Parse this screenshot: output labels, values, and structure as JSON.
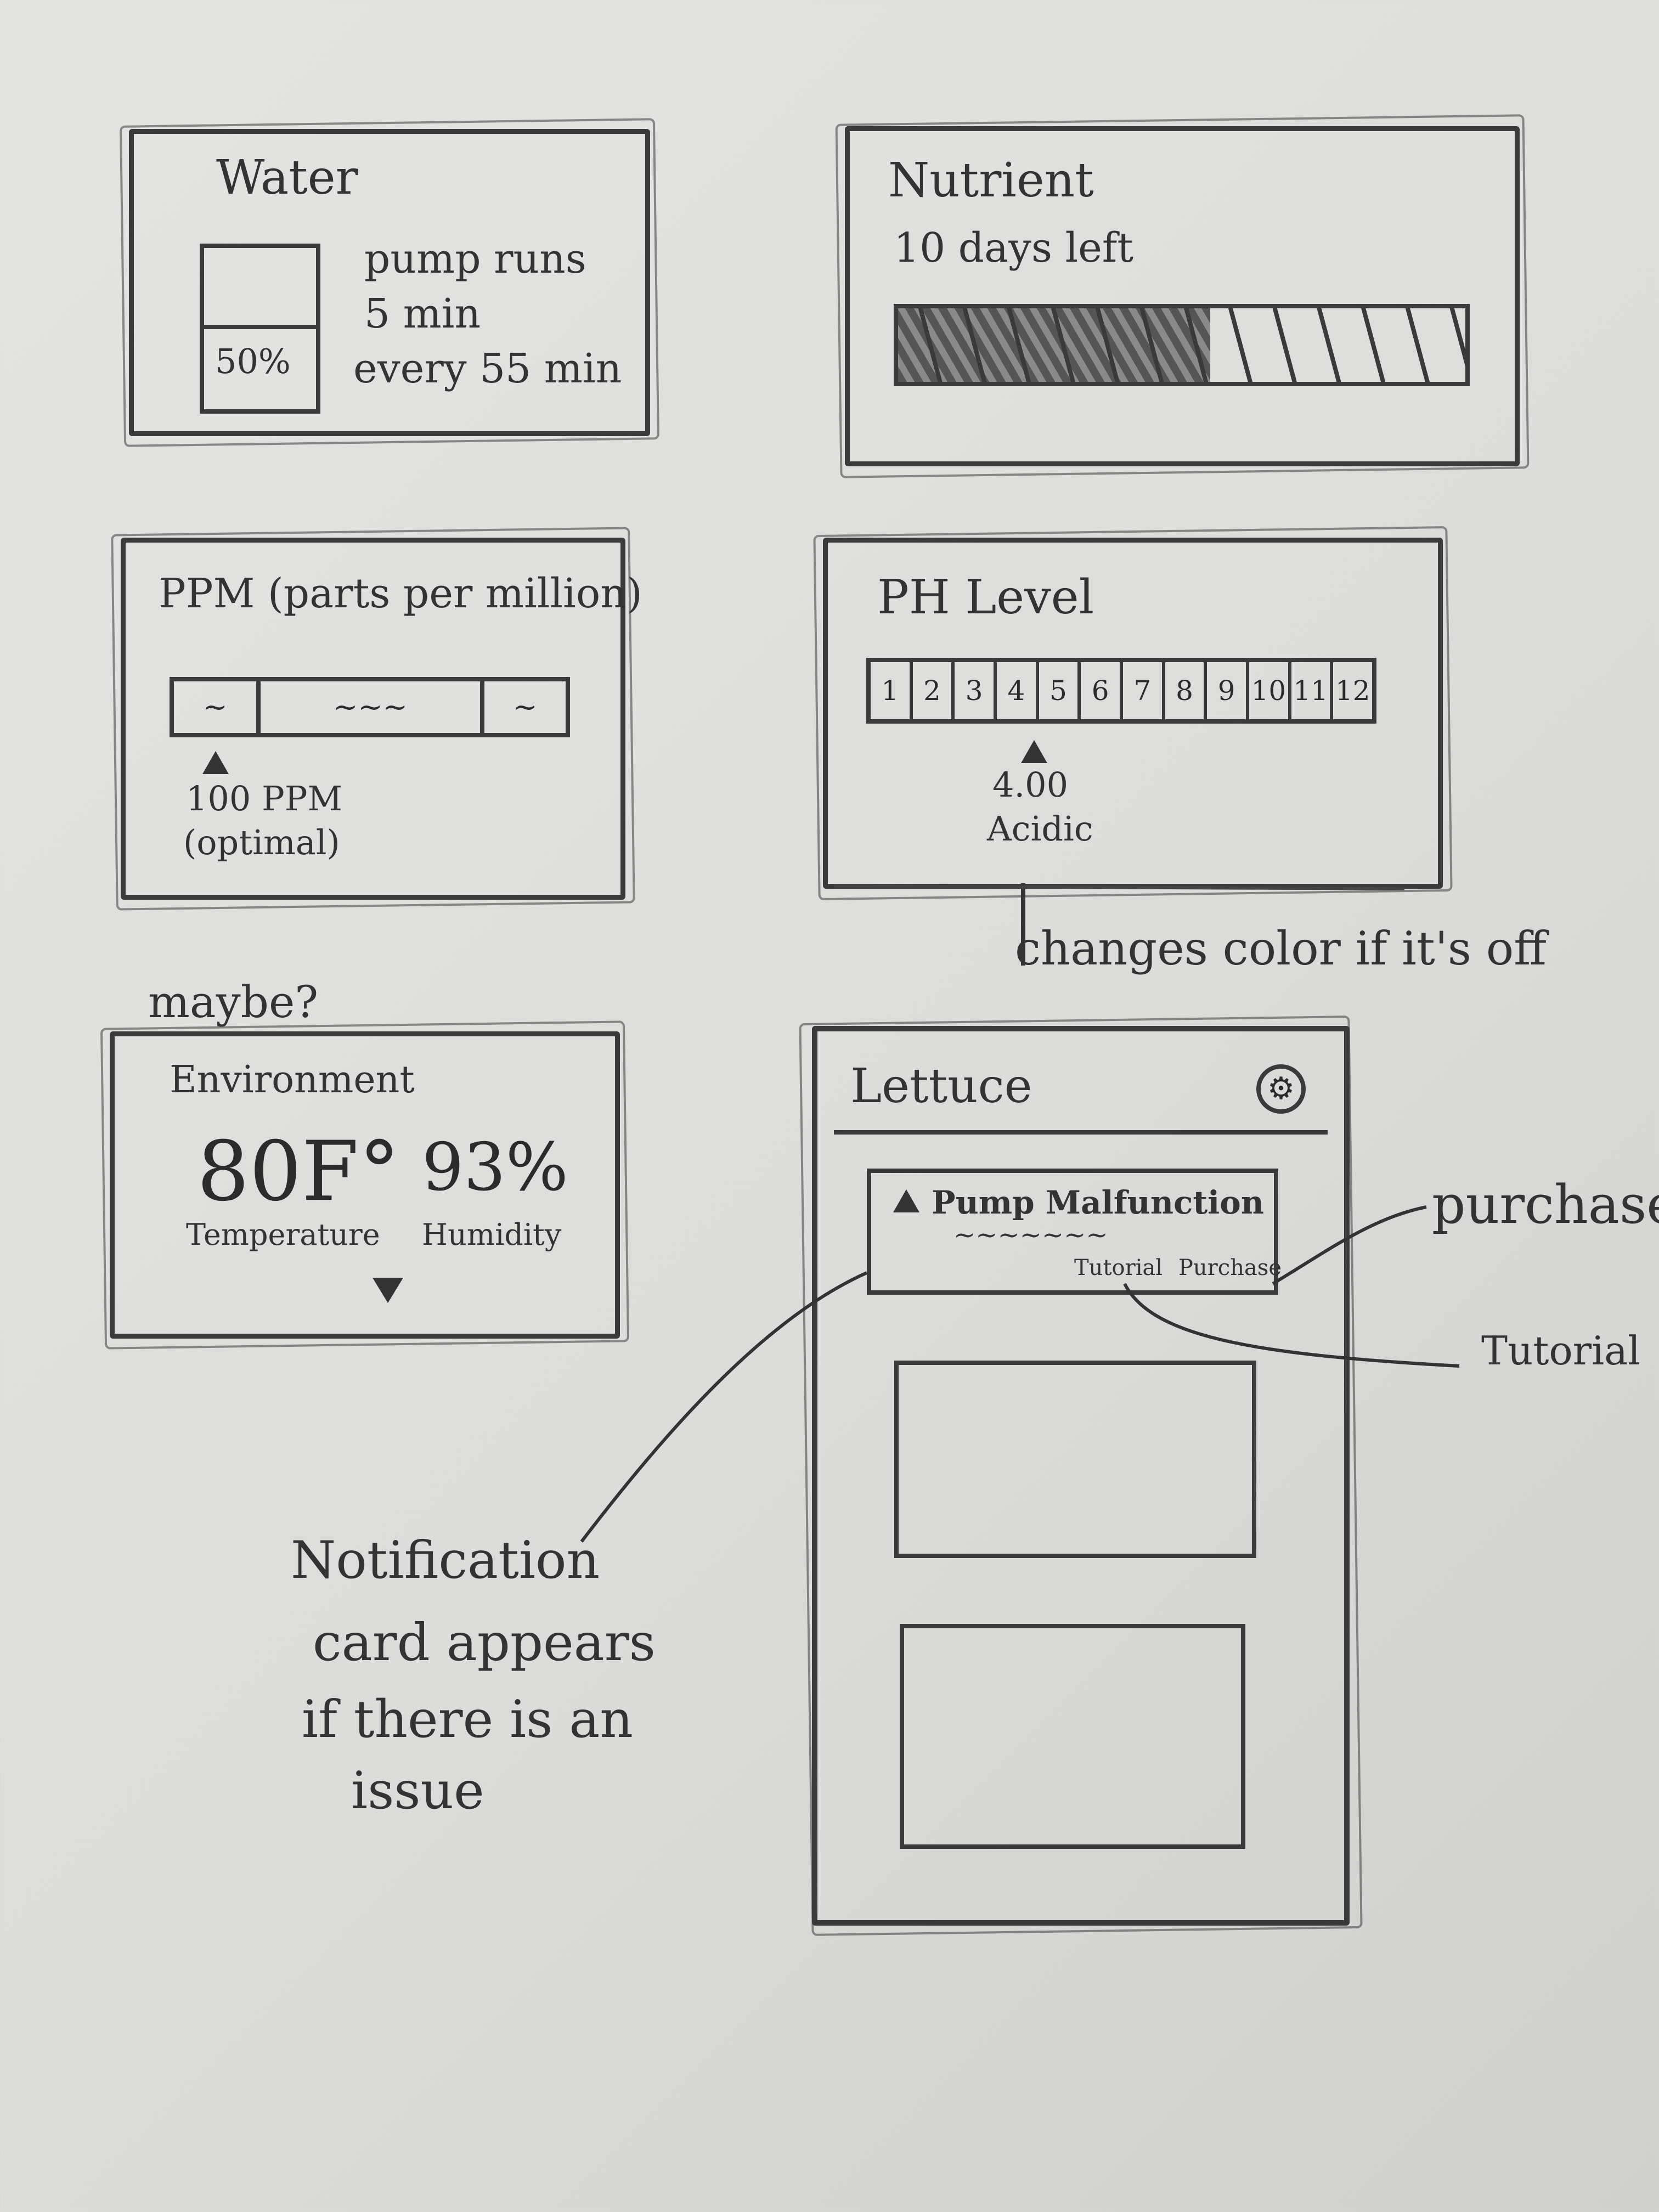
{
  "water": {
    "title": "Water",
    "level": "50%",
    "line1": "pump runs",
    "line2": "5 min",
    "line3": "every 55 min"
  },
  "nutrient": {
    "title": "Nutrient",
    "days_left": "10 days left",
    "fill_fraction": 0.55
  },
  "ppm": {
    "title": "PPM (parts per million)",
    "value": "100 PPM",
    "status": "(optimal)"
  },
  "ph": {
    "title": "PH Level",
    "scale": [
      "1",
      "2",
      "3",
      "4",
      "5",
      "6",
      "7",
      "8",
      "9",
      "10",
      "11",
      "12"
    ],
    "value": "4.00",
    "status": "Acidic",
    "annotation": "changes color if it's off"
  },
  "environment": {
    "note": "maybe?",
    "title": "Environment",
    "temperature": "80F°",
    "temperature_label": "Temperature",
    "humidity": "93%",
    "humidity_label": "Humidity"
  },
  "phone": {
    "title": "Lettuce",
    "gear_icon": "gear-icon",
    "notification": {
      "title": "Pump Malfunction",
      "body": "~~~~~~~",
      "action1": "Tutorial",
      "action2": "Purchase"
    },
    "annotation_purchase": "purchase",
    "annotation_tutorial": "Tutorial",
    "annotation_notification": [
      "Notification",
      "card appears",
      "if there is an",
      "issue"
    ]
  }
}
